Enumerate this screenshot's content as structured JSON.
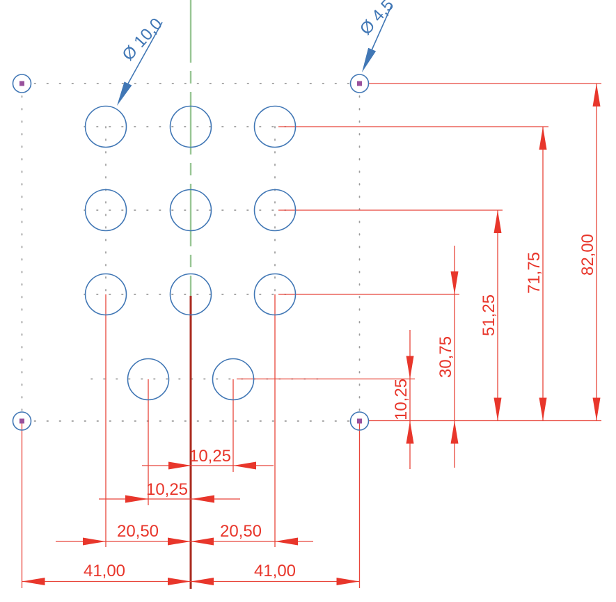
{
  "diameter_labels": {
    "large_hole": "Ø 10,0",
    "small_hole": "Ø 4,5"
  },
  "dimensions": {
    "horizontal": [
      "10,25",
      "10,25",
      "20,50",
      "20,50",
      "41,00",
      "41,00"
    ],
    "vertical": [
      "10,25",
      "30,75",
      "51,25",
      "71,75",
      "82,00"
    ]
  },
  "colors": {
    "dimension_red": "#e8362b",
    "hole_outline_blue": "#4177b5",
    "centerline_green": "#98c694",
    "centerline_extension_dark_red": "#aa2a1f",
    "construction_dot_gray": "#9b9b9b",
    "center_mark_purple": "#99519c",
    "background": "#ffffff"
  }
}
